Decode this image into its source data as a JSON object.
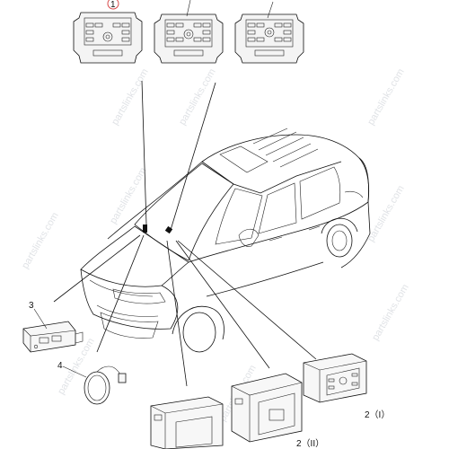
{
  "callouts": {
    "c1": "1",
    "c2": "2",
    "c3": "3",
    "c4": "4",
    "c2_i": "2（I）",
    "c2_ii": "2（II）"
  },
  "watermark": "partslinks.com",
  "colors": {
    "line": "#111111",
    "watermark": "#c7ccd2",
    "highlight_circle": "#d94a4a"
  }
}
